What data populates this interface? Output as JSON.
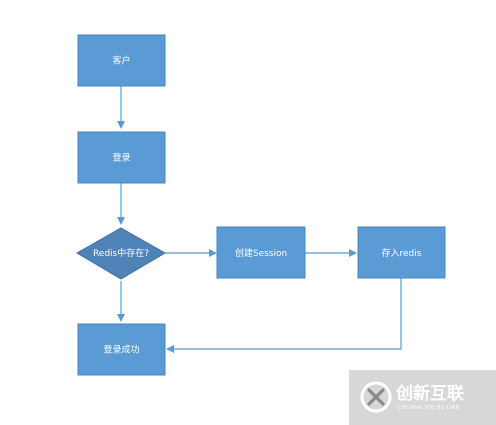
{
  "flowchart": {
    "nodes": {
      "client": "客户",
      "login": "登录",
      "redis_check": "Redis中存在?",
      "create_session": "创建Session",
      "save_redis": "存入redis",
      "login_success": "登录成功"
    }
  },
  "watermark": {
    "brand": "创新互联",
    "sub": "CHUANG XIN HU LIAN"
  },
  "colors": {
    "box_fill": "#5b9bd5",
    "box_stroke": "#4a86bf",
    "diamond_fill": "#4f83b8",
    "edge": "#5b9bd5",
    "text": "#ffffff"
  }
}
